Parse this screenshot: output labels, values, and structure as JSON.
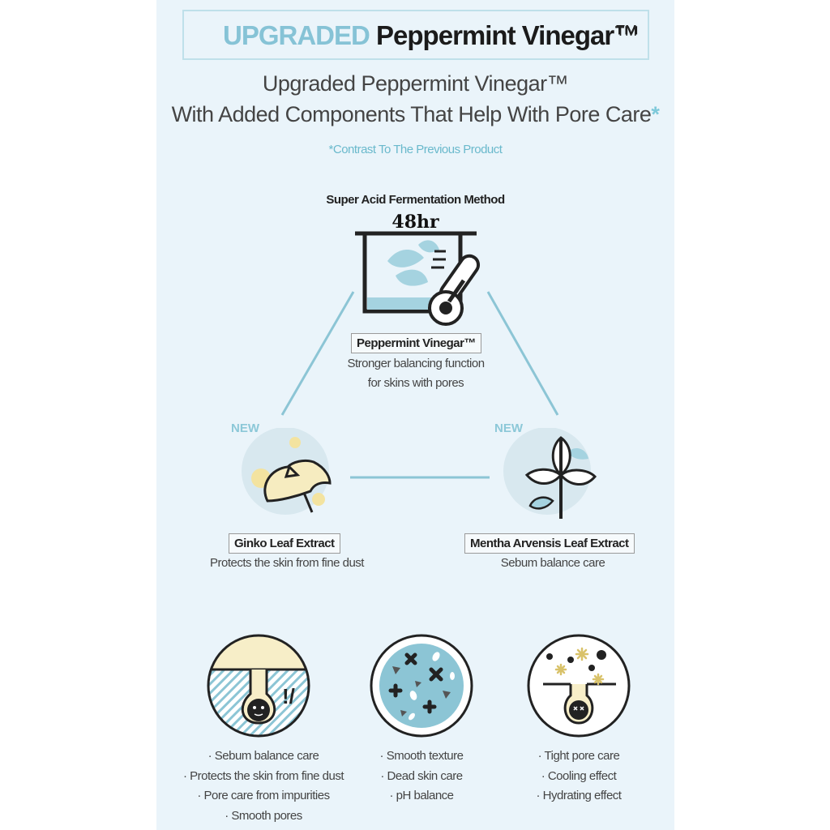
{
  "header": {
    "title_upgraded": "UPGRADED",
    "title_product": "Peppermint Vinegar™",
    "title_tm": "TM"
  },
  "intro": {
    "line1": "Upgraded Peppermint Vinegar™",
    "line2": "With Added Components That Help With Pore Care",
    "line2_mark": "*",
    "note": "*Contrast To The Previous Product"
  },
  "method": {
    "title": "Super Acid Fermentation Method",
    "duration": "48hr"
  },
  "ingredients": {
    "main": {
      "name": "Peppermint Vinegar™",
      "desc_line1": "Stronger balancing function",
      "desc_line2": "for skins with pores"
    },
    "left": {
      "badge": "NEW",
      "name": "Ginko Leaf Extract",
      "desc": "Protects the skin from fine dust"
    },
    "right": {
      "badge": "NEW",
      "name": "Mentha Arvensis Leaf Extract",
      "desc": "Sebum balance care"
    }
  },
  "benefits": [
    {
      "icon": "sebum-pore-icon",
      "items": [
        "· Sebum balance care",
        "· Protects the skin from fine dust",
        "· Pore care from impurities",
        "· Smooth pores"
      ]
    },
    {
      "icon": "texture-icon",
      "items": [
        "· Smooth texture",
        "· Dead skin care",
        "· pH balance"
      ]
    },
    {
      "icon": "tight-pore-icon",
      "items": [
        "· Tight pore care",
        "· Cooling effect",
        "· Hydrating effect"
      ]
    }
  ],
  "colors": {
    "accent": "#86c3d6",
    "panel": "#eaf4fa",
    "line": "#8cc5d5"
  }
}
